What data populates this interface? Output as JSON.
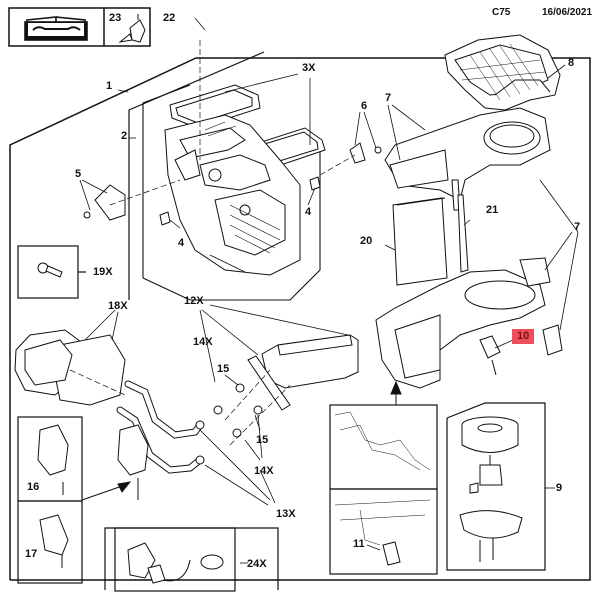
{
  "header": {
    "code": "C75",
    "date": "16/06/2021"
  },
  "colors": {
    "line": "#111111",
    "highlight_bg": "#ef4f5c",
    "highlight_text": "#7a0d15"
  },
  "icons": {
    "manual": "book-wrench-icon",
    "sealant": "sealant-tube-icon"
  },
  "callouts": {
    "c1": "1",
    "c2": "2",
    "c3": "3X",
    "c4a": "4",
    "c4b": "4",
    "c5": "5",
    "c6": "6",
    "c7a": "7",
    "c7b": "7",
    "c8": "8",
    "c9": "9",
    "c10": "10",
    "c11": "11",
    "c12": "12X",
    "c13": "13X",
    "c14a": "14X",
    "c14b": "14X",
    "c15a": "15",
    "c15b": "15",
    "c16": "16",
    "c17": "17",
    "c18": "18X",
    "c19": "19X",
    "c20": "20",
    "c21": "21",
    "c22": "22",
    "c23": "23",
    "c24": "24X"
  },
  "highlighted_part": "10"
}
